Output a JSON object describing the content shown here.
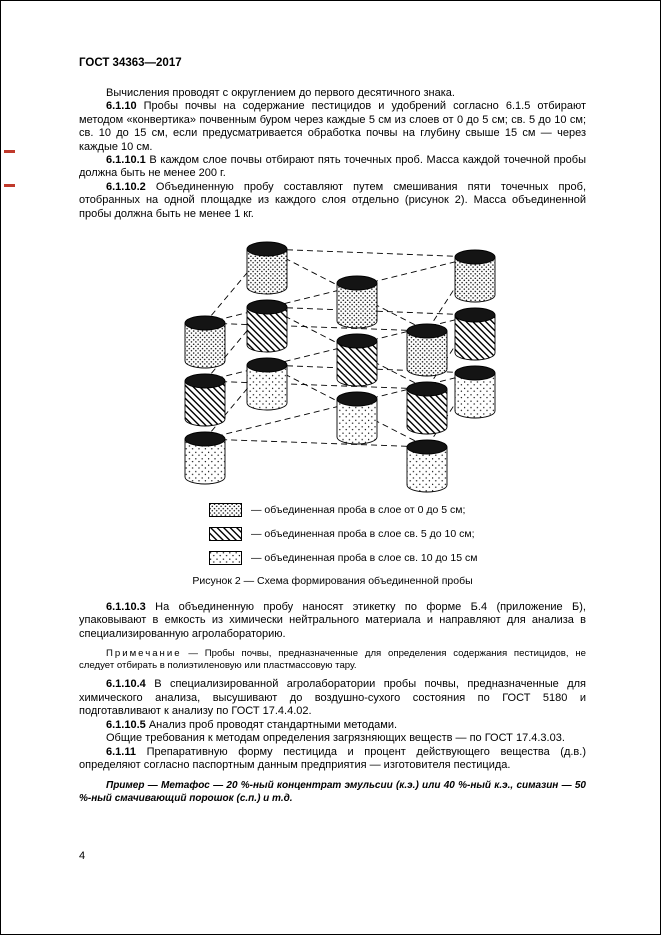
{
  "page": {
    "header": "ГОСТ 34363—2017",
    "page_number": "4"
  },
  "paragraphs": [
    {
      "num": "",
      "text": "Вычисления проводят с округлением до первого десятичного знака."
    },
    {
      "num": "6.1.10",
      "text": "Пробы почвы на содержание пестицидов и удобрений согласно 6.1.5 отбирают методом «конвертика» почвенным буром через каждые 5 см из слоев от 0 до 5 см; св. 5 до 10 см; св. 10 до 15 см, если предусматривается обработка почвы на глубину свыше 15 см — через каждые 10 см."
    },
    {
      "num": "6.1.10.1",
      "text": "В каждом слое почвы отбирают пять точечных проб. Масса каждой точечной пробы должна быть не менее 200 г."
    },
    {
      "num": "6.1.10.2",
      "text": "Объединенную пробу составляют путем смешивания пяти точечных проб, отобранных на одной площадке из каждого слоя отдельно (рисунок 2). Масса объединенной пробы должна быть не менее 1 кг."
    },
    {
      "num": "6.1.10.3",
      "text": "На объединенную пробу наносят этикетку по форме Б.4 (приложение Б), упаковывают в емкость из химически нейтрального материала и направляют для анализа в специализированную агролабораторию."
    },
    {
      "num": "6.1.10.4",
      "text": "В специализированной агролаборатории пробы почвы, предназначенные для химического анализа, высушивают до воздушно-сухого состояния по ГОСТ 5180 и подготавливают к анализу по ГОСТ 17.4.4.02."
    },
    {
      "num": "6.1.10.5",
      "text": "Анализ проб проводят стандартными методами."
    },
    {
      "num": "",
      "text": "Общие требования к методам определения загрязняющих веществ — по ГОСТ 17.4.3.03."
    },
    {
      "num": "6.1.11",
      "text": "Препаративную форму пестицида и процент действующего вещества (д.в.) определяют согласно паспортным данным предприятия — изготовителя пестицида."
    }
  ],
  "note": {
    "label": "Примечание",
    "text": "— Пробы почвы, предназначенные для определения содержания пестицидов, не следует отбирать в полиэтиленовую или пластмассовую тару."
  },
  "example": {
    "text": "Пример — Метафос — 20 %-ный концентрат эмульсии (к.э.) или 40 %-ный к.э., симазин — 50 %-ный смачивающий порошок (с.п.) и т.д."
  },
  "figure": {
    "caption": "Рисунок 2 — Схема формирования объединенной пробы",
    "legend": [
      {
        "pattern": "dots-dense",
        "label": "— объединенная проба в слое от 0 до 5 см;"
      },
      {
        "pattern": "hatch",
        "label": "— объединенная проба в слое св. 5 до 10 см;"
      },
      {
        "pattern": "dots-sparse",
        "label": "— объединенная проба в слое св. 10 до 15 см"
      }
    ]
  },
  "artifacts": {
    "revision_mark_color": "#c0392b"
  }
}
